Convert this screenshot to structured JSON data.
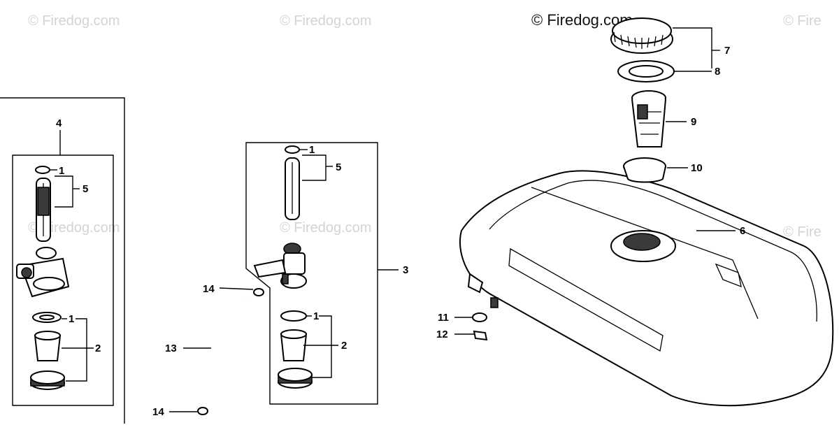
{
  "watermarks": {
    "light": "© Firedog.com",
    "light_partial": "© Fire",
    "dark": "© Firedog.com"
  },
  "callouts": {
    "c1a": "1",
    "c1b": "1",
    "c1c": "1",
    "c1d": "1",
    "c2a": "2",
    "c2b": "2",
    "c3": "3",
    "c4": "4",
    "c5a": "5",
    "c5b": "5",
    "c6": "6",
    "c7": "7",
    "c8": "8",
    "c9": "9",
    "c10": "10",
    "c11": "11",
    "c12": "12",
    "c13": "13",
    "c14a": "14",
    "c14b": "14"
  }
}
